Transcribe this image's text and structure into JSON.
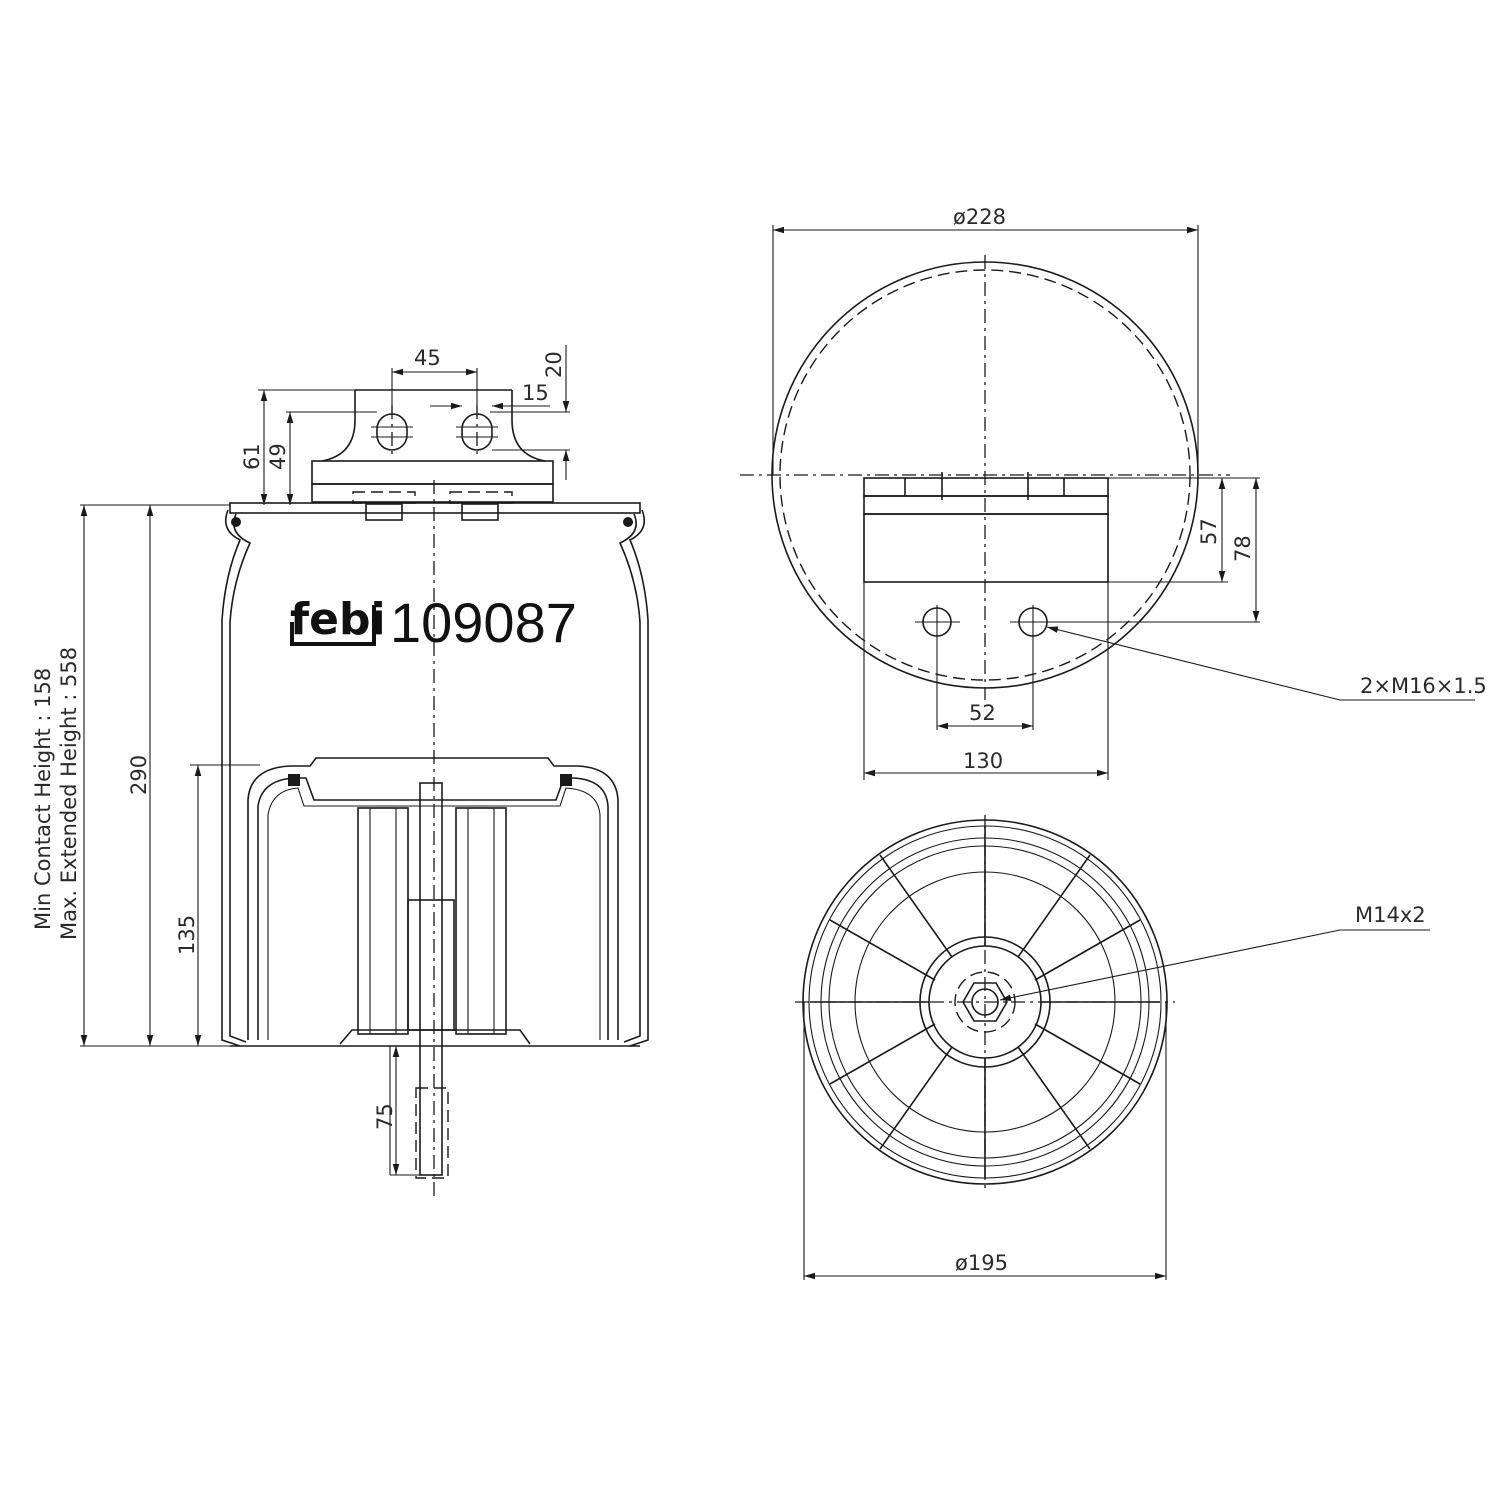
{
  "drawing": {
    "brand": "febi",
    "part_number": "109087",
    "side_notes": {
      "min_contact_height": "Min Contact Height : 158",
      "max_extended_height": "Max. Extended Height : 558"
    },
    "side_view": {
      "dims": {
        "total_height": "290",
        "piston_height": "135",
        "stud_length": "75",
        "plate_height_outer": "61",
        "plate_height_inner": "49",
        "bolt_spacing": "45",
        "slot_width": "15",
        "slot_height": "20"
      }
    },
    "top_view": {
      "dims": {
        "diameter": "ø228",
        "plate_height": "57",
        "plate_total": "78",
        "hole_spacing": "52",
        "plate_width": "130"
      },
      "callout": "2×M16×1.5"
    },
    "bottom_view": {
      "dims": {
        "diameter": "ø195"
      },
      "callout": "M14x2"
    },
    "colors": {
      "line": "#1a1a1a",
      "background": "#ffffff"
    }
  }
}
